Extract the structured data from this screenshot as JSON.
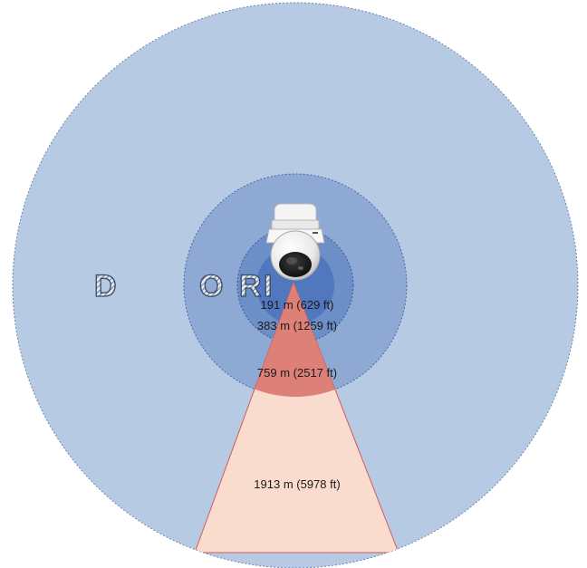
{
  "diagram": {
    "zone_letters": [
      {
        "id": "detection",
        "letter": "D"
      },
      {
        "id": "observation",
        "letter": "O"
      },
      {
        "id": "recognition",
        "letter": "R"
      },
      {
        "id": "identification",
        "letter": "I"
      }
    ],
    "distances": [
      {
        "zone": "identification",
        "text": "191 m (629 ft)"
      },
      {
        "zone": "recognition",
        "text": "383 m (1259 ft)"
      },
      {
        "zone": "observation",
        "text": "759 m (2517 ft)"
      },
      {
        "zone": "detection",
        "text": "1913 m (5978 ft)"
      }
    ],
    "colors": {
      "detection_circle": "#b6cae4",
      "observation_circle": "#8eaad4",
      "recognition_circle": "#6d8fc8",
      "identification_circle": "#5178be",
      "cone_far": "#f9dccd",
      "cone_near": "#d9776f",
      "cone_edge": "#d45a57"
    },
    "camera_icon": "ptz-dome-camera-icon"
  }
}
